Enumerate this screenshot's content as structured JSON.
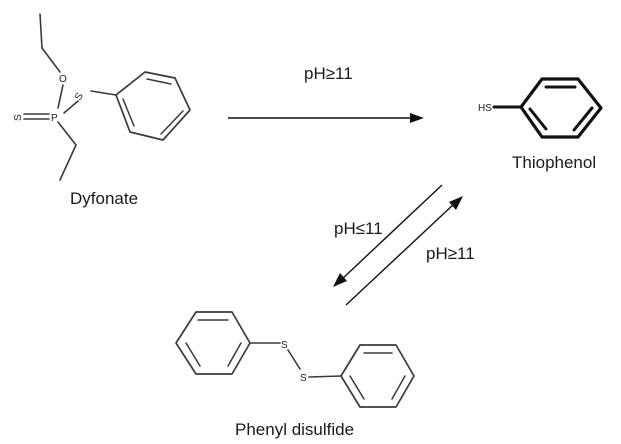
{
  "compounds": {
    "dyfonate": {
      "name": "Dyfonate",
      "atom_o": "O",
      "atom_p": "P",
      "atom_s_double": "S",
      "atom_s_link": "S"
    },
    "thiophenol": {
      "name": "Thiophenol",
      "atom_hs": "HS"
    },
    "phenyl_disulfide": {
      "name": "Phenyl disulfide",
      "atom_s1": "S",
      "atom_s2": "S"
    }
  },
  "arrows": {
    "dyfonate_to_thiophenol": {
      "label": "pH≥11"
    },
    "thiophenol_to_disulfide": {
      "label": "pH≤11"
    },
    "disulfide_to_thiophenol": {
      "label": "pH≥11"
    }
  }
}
